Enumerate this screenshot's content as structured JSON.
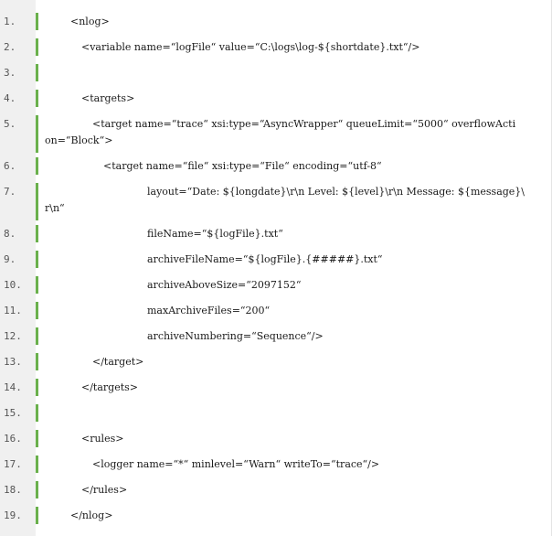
{
  "code_lines": [
    {
      "number": "1.",
      "text": "<nlog>"
    },
    {
      "number": "2.",
      "text": "<variable name=“logFile“ value=“C:\\logs\\log-${shortdate}.txt“/>"
    },
    {
      "number": "3.",
      "text": ""
    },
    {
      "number": "4.",
      "text": "<targets>"
    },
    {
      "number": "5.",
      "text": "<target name=“trace“ xsi:type=“AsyncWrapper“ queueLimit=“5000“ overflowActi",
      "continuation": "on=“Block“>"
    },
    {
      "number": "6.",
      "text": "<target name=“file“ xsi:type=“File“ encoding=“utf-8“"
    },
    {
      "number": "7.",
      "text": "layout=“Date: ${longdate}\\r\\n Level: ${level}\\r\\n Message: ${message}\\",
      "continuation": "r\\n“"
    },
    {
      "number": "8.",
      "text": "fileName=“${logFile}.txt“"
    },
    {
      "number": "9.",
      "text": "archiveFileName=“${logFile}.{#####}.txt“"
    },
    {
      "number": "10.",
      "text": "archiveAboveSize=“2097152“"
    },
    {
      "number": "11.",
      "text": "maxArchiveFiles=“200“"
    },
    {
      "number": "12.",
      "text": "archiveNumbering=“Sequence“/>"
    },
    {
      "number": "13.",
      "text": "</target>"
    },
    {
      "number": "14.",
      "text": "</targets>"
    },
    {
      "number": "15.",
      "text": ""
    },
    {
      "number": "16.",
      "text": "<rules>"
    },
    {
      "number": "17.",
      "text": "<logger name=“*“ minlevel=“Warn“ writeTo=“trace“/>"
    },
    {
      "number": "18.",
      "text": "</rules>"
    },
    {
      "number": "19.",
      "text": "</nlog>"
    }
  ],
  "colors": {
    "gutter_background": "#f0f0f0",
    "marker": "#6ab04c",
    "code_text": "#1a1a1a",
    "line_number": "#555555"
  }
}
